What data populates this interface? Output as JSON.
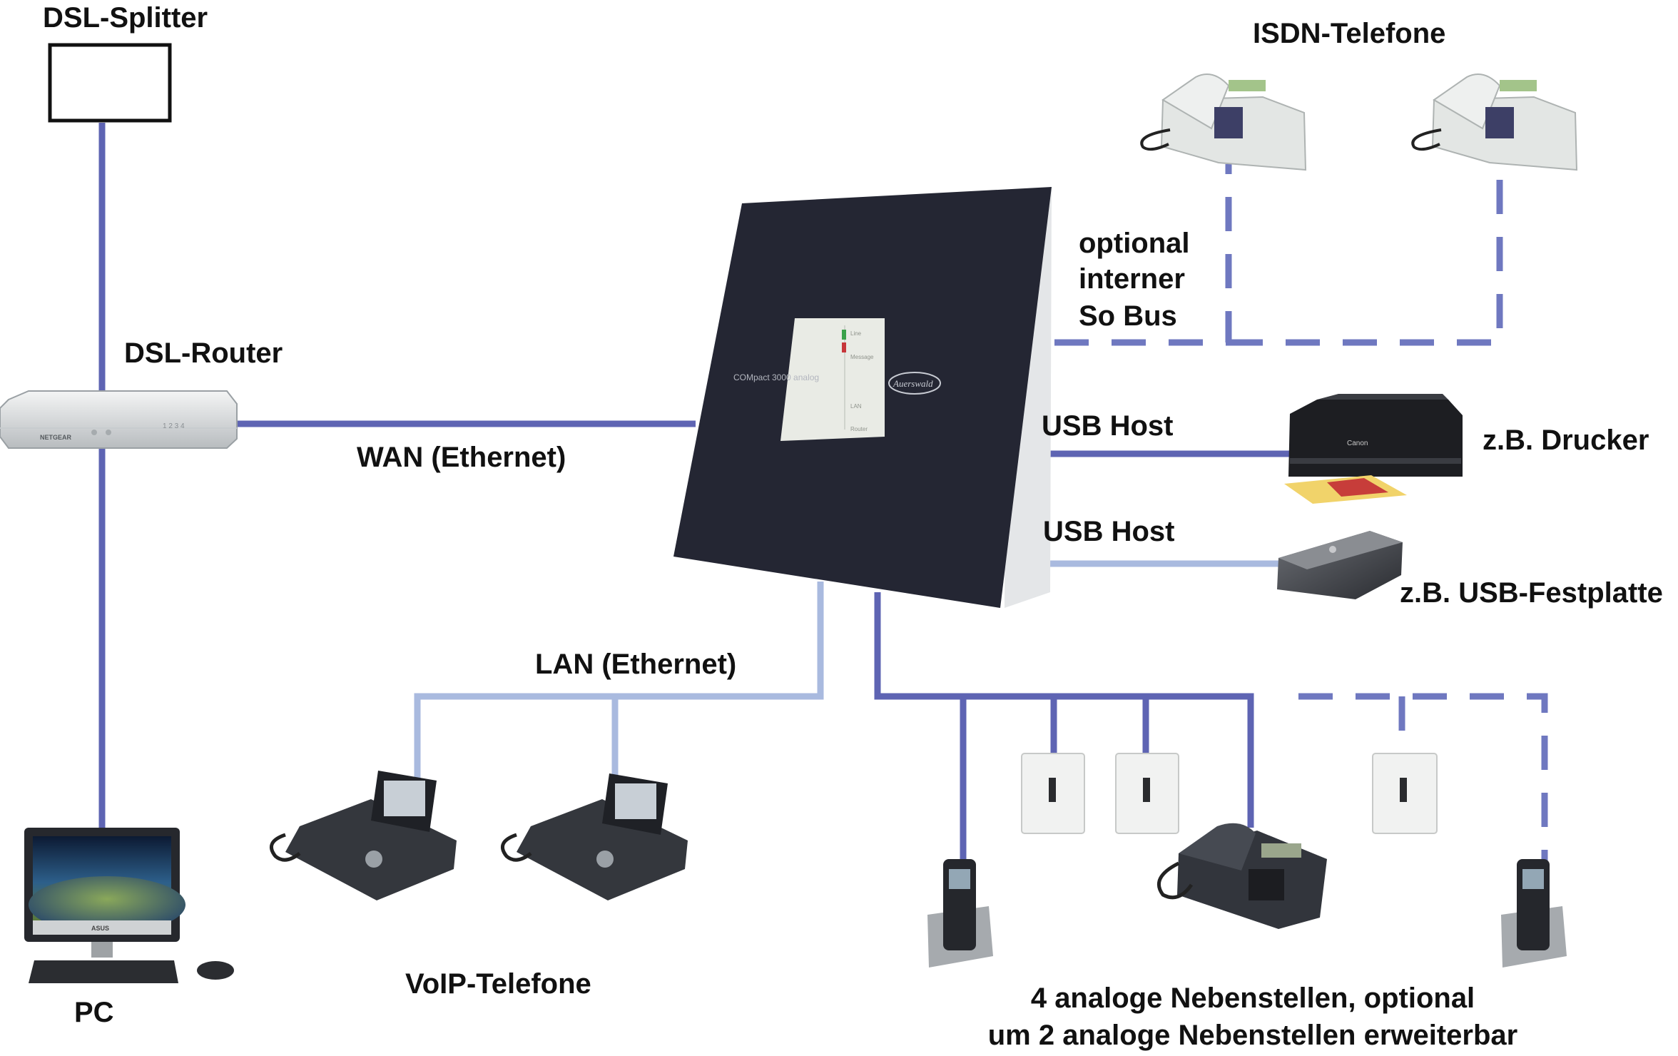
{
  "colors": {
    "link_dark": "#5e64b3",
    "link_light": "#a9badf",
    "link_dashed": "#6f78c0",
    "pbx_body": "#242633",
    "pbx_panel": "#e9ebe5",
    "device_light": "#e3e6e4",
    "device_dark": "#2f3239"
  },
  "labels": {
    "dsl_splitter": "DSL-Splitter",
    "dsl_router": "DSL-Router",
    "wan": "WAN (Ethernet)",
    "pc": "PC",
    "isdn_phones": "ISDN-Telefone",
    "so_bus_line1": "optional",
    "so_bus_line2": "interner",
    "so_bus_line3": "So Bus",
    "usb_host_1": "USB Host",
    "printer": "z.B. Drucker",
    "usb_host_2": "USB Host",
    "usb_disk": "z.B. USB-Festplatte",
    "lan": "LAN (Ethernet)",
    "voip_phones": "VoIP-Telefone",
    "analog_line1": "4 analoge Nebenstellen, optional",
    "analog_line2": "um 2 analoge Nebenstellen erweiterbar"
  },
  "device_text": {
    "router_brand": "NETGEAR",
    "router_ports": "1   2   3   4",
    "pbx_model": "COMpact 3000 analog",
    "pbx_brand": "Auerswald",
    "pbx_leds": [
      "Line",
      "Message",
      "LAN",
      "Router"
    ],
    "printer_brand": "Canon",
    "pc_brand": "ASUS"
  }
}
